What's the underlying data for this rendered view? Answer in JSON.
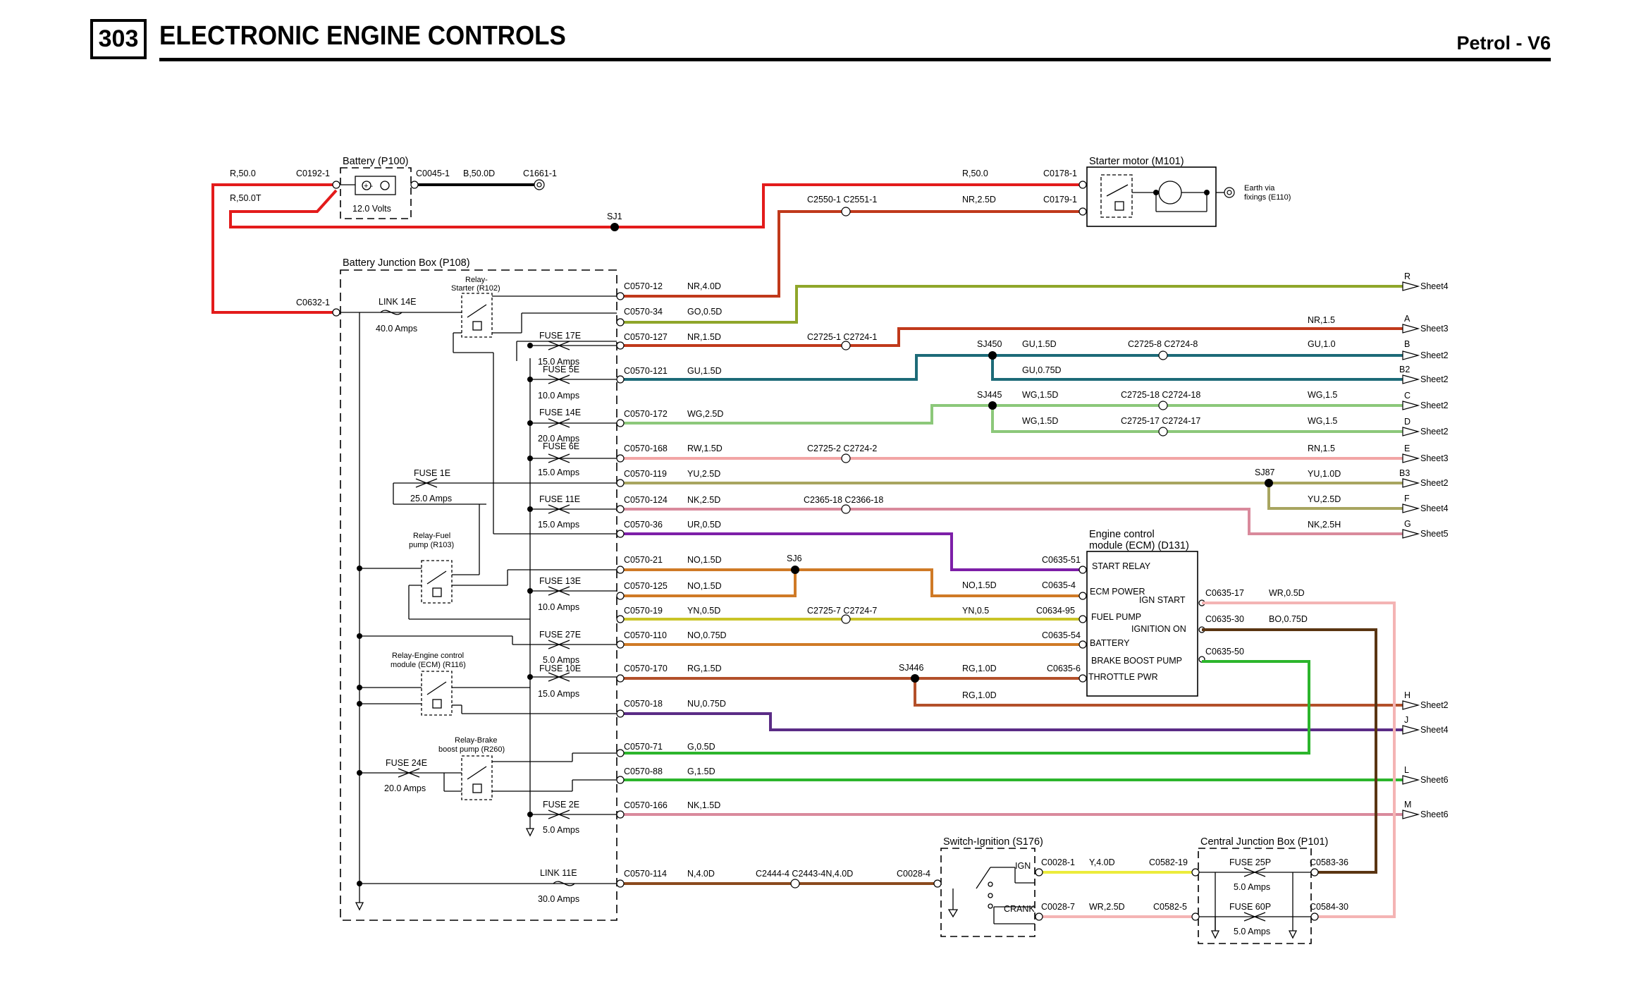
{
  "header": {
    "section_number": "303",
    "title": "ELECTRONIC ENGINE CONTROLS",
    "variant": "Petrol - V6"
  },
  "colors": {
    "R": "#e31b1b",
    "NR": "#c0391b",
    "GO": "#8fa62a",
    "GU": "#1d6b78",
    "WG": "#8cc87a",
    "RW": "#f2a5a5",
    "YU": "#a8a560",
    "NK": "#d98a9c",
    "UR": "#7d1fa8",
    "NO": "#cf7a26",
    "YN": "#c9c427",
    "RG": "#b3502a",
    "NU": "#5b2c86",
    "G": "#2cb52c",
    "N": "#8b4a1d",
    "Y": "#ecec3c",
    "WR": "#f4b4b4",
    "BO": "#5a3512"
  },
  "components": {
    "battery": {
      "title": "Battery (P100)",
      "rating": "12.0 Volts",
      "terminals": "+ -"
    },
    "starter": {
      "title": "Starter motor (M101)",
      "earth_note_1": "Earth via",
      "earth_note_2": "fixings (E110)"
    },
    "bjb": {
      "title": "Battery Junction Box (P108)"
    },
    "ecm": {
      "title_1": "Engine control",
      "title_2": "module (ECM) (D131)",
      "pins": [
        "START RELAY",
        "ECM POWER",
        "IGN START",
        "FUEL PUMP",
        "IGNITION ON",
        "BATTERY",
        "BRAKE BOOST PUMP",
        "THROTTLE PWR"
      ]
    },
    "switch": {
      "title": "Switch-Ignition (S176)",
      "ign": "IGN",
      "crank": "CRANK"
    },
    "cjb": {
      "title": "Central Junction Box (P101)"
    },
    "relays": {
      "starter_1": "Relay-",
      "starter_2": "Starter (R102)",
      "fuel_1": "Relay-Fuel",
      "fuel_2": "pump (R103)",
      "ecm_1": "Relay-Engine control",
      "ecm_2": "module (ECM) (R116)",
      "brake_1": "Relay-Brake",
      "brake_2": "boost pump (R260)"
    }
  },
  "fuses": [
    {
      "name": "LINK 14E",
      "rating": "40.0 Amps"
    },
    {
      "name": "FUSE 17E",
      "rating": "15.0 Amps"
    },
    {
      "name": "FUSE 5E",
      "rating": "10.0 Amps"
    },
    {
      "name": "FUSE 14E",
      "rating": "20.0 Amps"
    },
    {
      "name": "FUSE 6E",
      "rating": "15.0 Amps"
    },
    {
      "name": "FUSE 1E",
      "rating": "25.0 Amps"
    },
    {
      "name": "FUSE 11E",
      "rating": "15.0 Amps"
    },
    {
      "name": "FUSE 13E",
      "rating": "10.0 Amps"
    },
    {
      "name": "FUSE 27E",
      "rating": "5.0 Amps"
    },
    {
      "name": "FUSE 10E",
      "rating": "15.0 Amps"
    },
    {
      "name": "FUSE 24E",
      "rating": "20.0 Amps"
    },
    {
      "name": "FUSE 2E",
      "rating": "5.0 Amps"
    },
    {
      "name": "LINK 11E",
      "rating": "30.0 Amps"
    },
    {
      "name": "FUSE 25P",
      "rating": "5.0 Amps"
    },
    {
      "name": "FUSE 60P",
      "rating": "5.0 Amps"
    }
  ],
  "splices": [
    "SJ1",
    "SJ450",
    "SJ445",
    "SJ87",
    "SJ6",
    "SJ446"
  ],
  "wire_labels": {
    "r_50_0": "R,50.0",
    "r_50_0t": "R,50.0T",
    "c0192": "C0192-1",
    "c0045": "C0045-1",
    "b_50_0d": "B,50.0D",
    "c1661": "C1661-1",
    "r_50_0_b": "R,50.0",
    "c0178": "C0178-1",
    "c2550": "C2550-1 C2551-1",
    "nr_2_5d": "NR,2.5D",
    "c0179": "C0179-1",
    "c0632": "C0632-1",
    "c0570_12": "C0570-12",
    "nr_4_0d": "NR,4.0D",
    "c0570_34": "C0570-34",
    "go_0_5d": "GO,0.5D",
    "c0570_127": "C0570-127",
    "nr_1_5d": "NR,1.5D",
    "c2725_1": "C2725-1 C2724-1",
    "nr_1_5": "NR,1.5",
    "c0570_121": "C0570-121",
    "gu_1_5d": "GU,1.5D",
    "gu_1_5d_b": "GU,1.5D",
    "c2725_8": "C2725-8 C2724-8",
    "gu_1_0": "GU,1.0",
    "gu_0_75d": "GU,0.75D",
    "c0570_172": "C0570-172",
    "wg_2_5d": "WG,2.5D",
    "wg_1_5d": "WG,1.5D",
    "c2725_18": "C2725-18 C2724-18",
    "wg_1_5": "WG,1.5",
    "wg_1_5d_b": "WG,1.5D",
    "c2725_17": "C2725-17 C2724-17",
    "wg_1_5_b": "WG,1.5",
    "c0570_168": "C0570-168",
    "rw_1_5d": "RW,1.5D",
    "c2725_2": "C2725-2 C2724-2",
    "rn_1_5": "RN,1.5",
    "c0570_119": "C0570-119",
    "yu_2_5d": "YU,2.5D",
    "yu_1_0d": "YU,1.0D",
    "yu_2_5d_b": "YU,2.5D",
    "c0570_124": "C0570-124",
    "nk_2_5d": "NK,2.5D",
    "c2365_18": "C2365-18 C2366-18",
    "nk_2_5h": "NK,2.5H",
    "c0570_36": "C0570-36",
    "ur_0_5d": "UR,0.5D",
    "c0635_51": "C0635-51",
    "c0570_21": "C0570-21",
    "no_1_5d": "NO,1.5D",
    "no_1_5d_b": "NO,1.5D",
    "c0635_4": "C0635-4",
    "c0570_125": "C0570-125",
    "no_1_5d_c": "NO,1.5D",
    "c0570_19": "C0570-19",
    "yn_0_5d": "YN,0.5D",
    "c2725_7": "C2725-7 C2724-7",
    "yn_0_5": "YN,0.5",
    "c0634_95": "C0634-95",
    "c0570_110": "C0570-110",
    "no_0_75d": "NO,0.75D",
    "c0635_54": "C0635-54",
    "c0570_170": "C0570-170",
    "rg_1_5d": "RG,1.5D",
    "rg_1_0d": "RG,1.0D",
    "c0635_6": "C0635-6",
    "rg_1_0d_b": "RG,1.0D",
    "c0570_18": "C0570-18",
    "nu_0_75d": "NU,0.75D",
    "c0570_71": "C0570-71",
    "g_0_5d": "G,0.5D",
    "c0570_88": "C0570-88",
    "g_1_5d": "G,1.5D",
    "c0570_166": "C0570-166",
    "nk_1_5d": "NK,1.5D",
    "c0570_114": "C0570-114",
    "n_4_0d": "N,4.0D",
    "c2444_4": "C2444-4 C2443-4N,4.0D",
    "c0028_4": "C0028-4",
    "c0028_1": "C0028-1",
    "y_4_0d": "Y,4.0D",
    "c0582_19": "C0582-19",
    "c0583_36": "C0583-36",
    "c0028_7": "C0028-7",
    "wr_2_5d": "WR,2.5D",
    "c0582_5": "C0582-5",
    "c0584_30": "C0584-30",
    "c0635_17": "C0635-17",
    "wr_0_5d": "WR,0.5D",
    "c0635_30": "C0635-30",
    "bo_0_75d": "BO,0.75D",
    "c0635_50": "C0635-50"
  },
  "sheet_refs": [
    {
      "letter": "R",
      "sheet": "Sheet4"
    },
    {
      "letter": "A",
      "sheet": "Sheet3"
    },
    {
      "letter": "B",
      "sheet": "Sheet2"
    },
    {
      "letter": "B2",
      "sheet": "Sheet2"
    },
    {
      "letter": "C",
      "sheet": "Sheet2"
    },
    {
      "letter": "D",
      "sheet": "Sheet2"
    },
    {
      "letter": "E",
      "sheet": "Sheet3"
    },
    {
      "letter": "B3",
      "sheet": "Sheet2"
    },
    {
      "letter": "F",
      "sheet": "Sheet4"
    },
    {
      "letter": "G",
      "sheet": "Sheet5"
    },
    {
      "letter": "H",
      "sheet": "Sheet2"
    },
    {
      "letter": "J",
      "sheet": "Sheet4"
    },
    {
      "letter": "L",
      "sheet": "Sheet6"
    },
    {
      "letter": "M",
      "sheet": "Sheet6"
    }
  ]
}
